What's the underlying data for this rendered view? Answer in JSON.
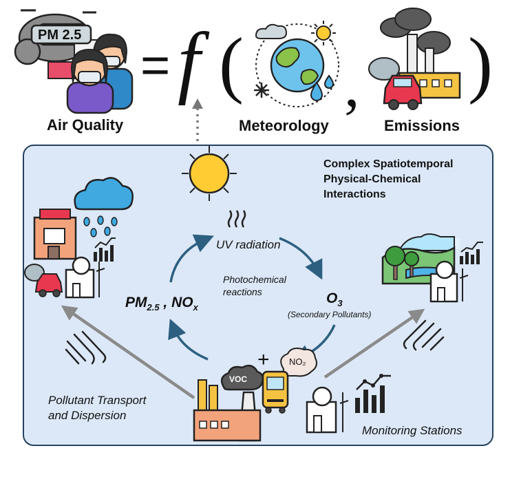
{
  "header": {
    "air_quality_label": "Air Quality",
    "pm_badge": "PM 2.5",
    "equals": "=",
    "function_symbol": "f",
    "open_paren": "(",
    "comma": ",",
    "close_paren": ")",
    "meteorology_label": "Meteorology",
    "emissions_label": "Emissions"
  },
  "panel": {
    "title_line1": "Complex Spatiotemporal",
    "title_line2": "Physical-Chemical",
    "title_line3": "Interactions",
    "uv_label": "UV radiation",
    "photo_line1": "Photochemical",
    "photo_line2": "reactions",
    "pm_main": "PM",
    "pm_sub": "2.5",
    "pm_sep": " , ",
    "nox_main": "NO",
    "nox_sub": "x",
    "o3_main": "O",
    "o3_sub": "3",
    "secondary_label": "(Secondary Pollutants)",
    "plus": "+",
    "voc_label": "VOC",
    "no2_label": "NO₂",
    "transport_line1": "Pollutant Transport",
    "transport_line2": "and Dispersion",
    "monitoring_label": "Monitoring Stations"
  },
  "colors": {
    "panel_fill": "#dce8f7",
    "panel_border": "#24415e",
    "cycle_arrow": "#2c5f80",
    "transport_arrow": "#8a8a8a",
    "sun": "#ffcc33",
    "smoke": "#5a5a5a"
  },
  "icons": [
    "people-with-masks-icon",
    "earth-weather-icon",
    "factory-car-icon",
    "sun-icon",
    "uv-waves-icon",
    "rain-cloud-icon",
    "city-buildings-icon",
    "landscape-icon",
    "monitoring-station-icon",
    "bar-chart-icon",
    "wind-icon",
    "factory-voc-icon",
    "bus-icon"
  ]
}
